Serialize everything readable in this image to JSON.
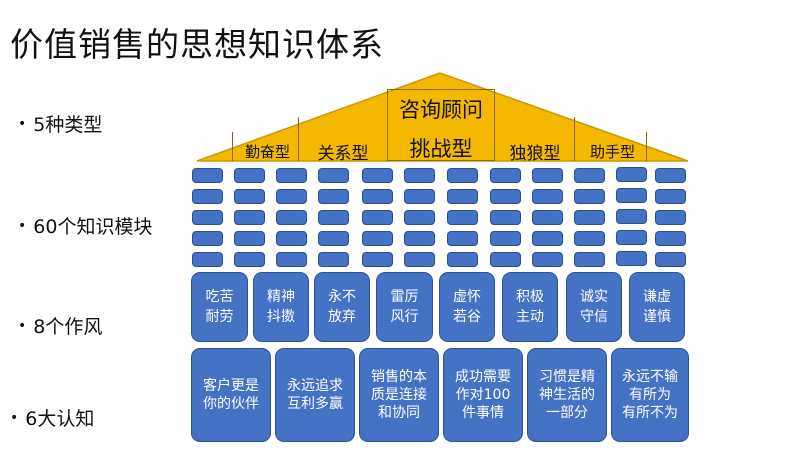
{
  "title": "价值销售的思想知识体系",
  "labels": {
    "types": "5种类型",
    "modules": "60个知识模块",
    "styles": "8个作风",
    "cognitions": "6大认知"
  },
  "roof": {
    "top_label": "咨询顾问",
    "types": [
      "勤奋型",
      "关系型",
      "挑战型",
      "独狼型",
      "助手型"
    ],
    "fill_color": "#f5b800"
  },
  "modules": {
    "count": 60,
    "color": "#4472c4"
  },
  "styles": [
    "吃苦\n耐劳",
    "精神\n抖擞",
    "永不\n放弃",
    "雷厉\n风行",
    "虚怀\n若谷",
    "积极\n主动",
    "诚实\n守信",
    "谦虚\n谨慎"
  ],
  "cognitions": [
    "客户更是\n你的伙伴",
    "永远追求\n互利多赢",
    "销售的本\n质是连接\n和协同",
    "成功需要\n作对100\n件事情",
    "习惯是精\n神生活的\n一部分",
    "永远不输\n有所为\n有所不为"
  ],
  "accent": "#4472c4"
}
